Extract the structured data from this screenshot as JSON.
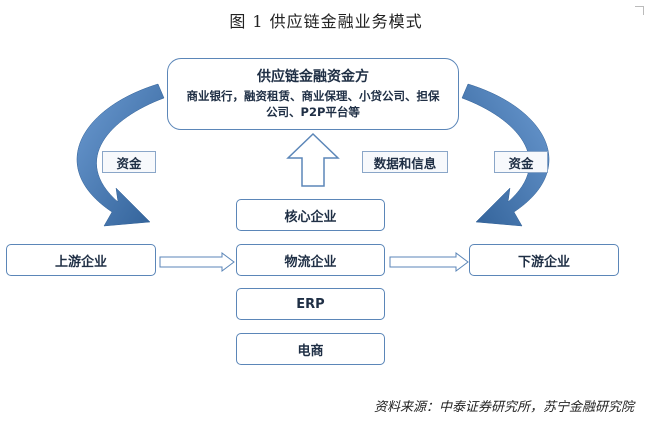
{
  "title": "图 1    供应链金融业务模式",
  "funder": {
    "title": "供应链金融资金方",
    "desc": "商业银行，融资租赁、商业保理、小贷公司、担保公司、P2P平台等"
  },
  "labels": {
    "fund_left": "资金",
    "fund_right": "资金",
    "data_info": "数据和信息"
  },
  "nodes": {
    "upstream": "上游企业",
    "downstream": "下游企业",
    "stack": [
      "核心企业",
      "物流企业",
      "ERP",
      "电商"
    ]
  },
  "source": "资料来源：中泰证券研究所，苏宁金融研究院",
  "colors": {
    "border": "#5b86b8",
    "arrow_dark": "#2f5f96",
    "arrow_light": "#6c9bd2"
  }
}
